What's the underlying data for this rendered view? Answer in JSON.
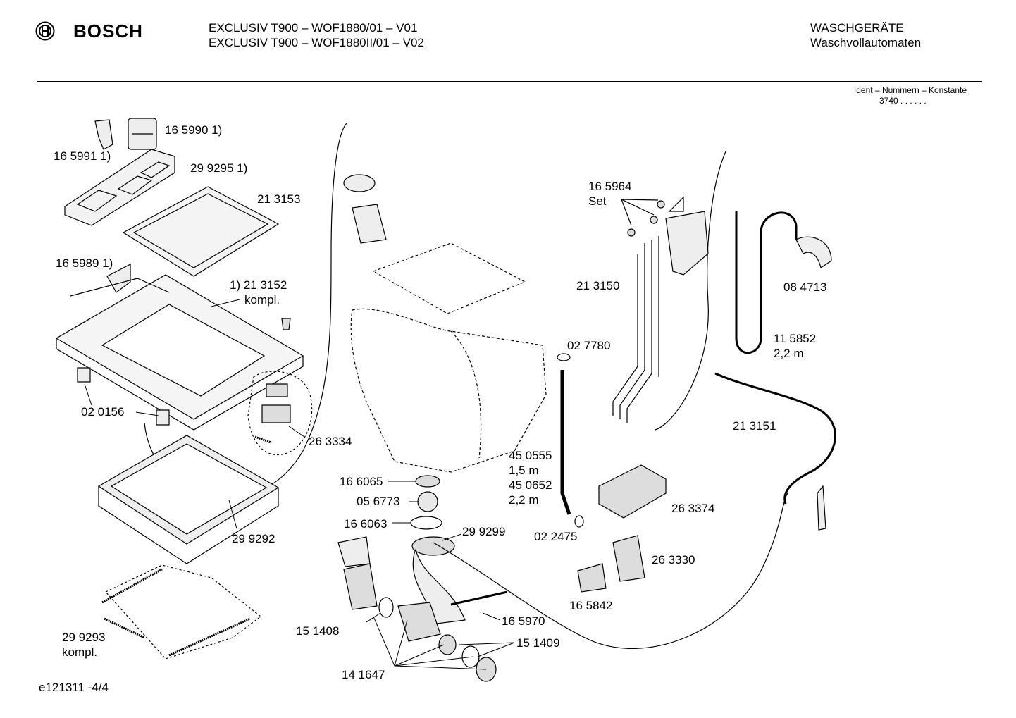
{
  "header": {
    "brand": "BOSCH",
    "model_lines": [
      "EXCLUSIV T900 – WOF1880/01 – V01",
      "EXCLUSIV T900 – WOF1880II/01 – V02"
    ],
    "category_lines": [
      "WASCHGERÄTE",
      "Waschvollautomaten"
    ],
    "ident_label": "Ident – Nummern – Konstante",
    "ident_value": "3740  . .    . . . ."
  },
  "parts": [
    {
      "id": "p1",
      "text": "16 5990 1)"
    },
    {
      "id": "p2",
      "text": "16 5991 1)"
    },
    {
      "id": "p3",
      "text": "29 9295 1)"
    },
    {
      "id": "p4",
      "text": "21 3153"
    },
    {
      "id": "p5",
      "text": "16 5989 1)"
    },
    {
      "id": "p6",
      "text": "1) 21 3152"
    },
    {
      "id": "p6b",
      "text": "kompl."
    },
    {
      "id": "p7",
      "text": "02 0156"
    },
    {
      "id": "p8",
      "text": "26 3334"
    },
    {
      "id": "p9",
      "text": "29 9292"
    },
    {
      "id": "p10",
      "text": "29 9293"
    },
    {
      "id": "p10b",
      "text": "kompl."
    },
    {
      "id": "p11",
      "text": "16 6065"
    },
    {
      "id": "p12",
      "text": "05 6773"
    },
    {
      "id": "p13",
      "text": "16 6063"
    },
    {
      "id": "p14",
      "text": "29 9299"
    },
    {
      "id": "p15",
      "text": "15 1408"
    },
    {
      "id": "p16",
      "text": "14 1647"
    },
    {
      "id": "p17",
      "text": "15 1409"
    },
    {
      "id": "p18",
      "text": "16 5970"
    },
    {
      "id": "p19",
      "text": "16 5964"
    },
    {
      "id": "p19b",
      "text": "Set"
    },
    {
      "id": "p20",
      "text": "21 3150"
    },
    {
      "id": "p21",
      "text": "02 7780"
    },
    {
      "id": "p22",
      "text": "45 0555"
    },
    {
      "id": "p22b",
      "text": "1,5 m"
    },
    {
      "id": "p23",
      "text": "45 0652"
    },
    {
      "id": "p23b",
      "text": "2,2 m"
    },
    {
      "id": "p24",
      "text": "02 2475"
    },
    {
      "id": "p25",
      "text": "26 3374"
    },
    {
      "id": "p26",
      "text": "26 3330"
    },
    {
      "id": "p27",
      "text": "16 5842"
    },
    {
      "id": "p28",
      "text": "08 4713"
    },
    {
      "id": "p29",
      "text": "11 5852"
    },
    {
      "id": "p29b",
      "text": "2,2 m"
    },
    {
      "id": "p30",
      "text": "21 3151"
    }
  ],
  "footer": {
    "drawing_id": "e121311 -4/4"
  },
  "colors": {
    "ink": "#000000",
    "paper": "#ffffff",
    "shade": "#d9d9d9"
  }
}
